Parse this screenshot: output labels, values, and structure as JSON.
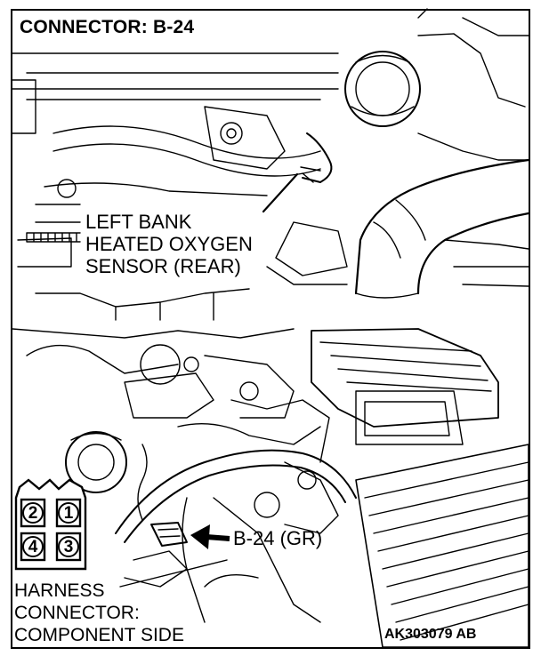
{
  "title": "CONNECTOR: B-24",
  "sensor_label": "LEFT BANK\nHEATED OXYGEN\nSENSOR (REAR)",
  "connector_callout": "B-24 (GR)",
  "harness_label": "HARNESS\nCONNECTOR:\nCOMPONENT SIDE",
  "figure_code": "AK303079 AB",
  "connector_pins": {
    "top_left": "2",
    "top_right": "1",
    "bottom_left": "4",
    "bottom_right": "3"
  }
}
